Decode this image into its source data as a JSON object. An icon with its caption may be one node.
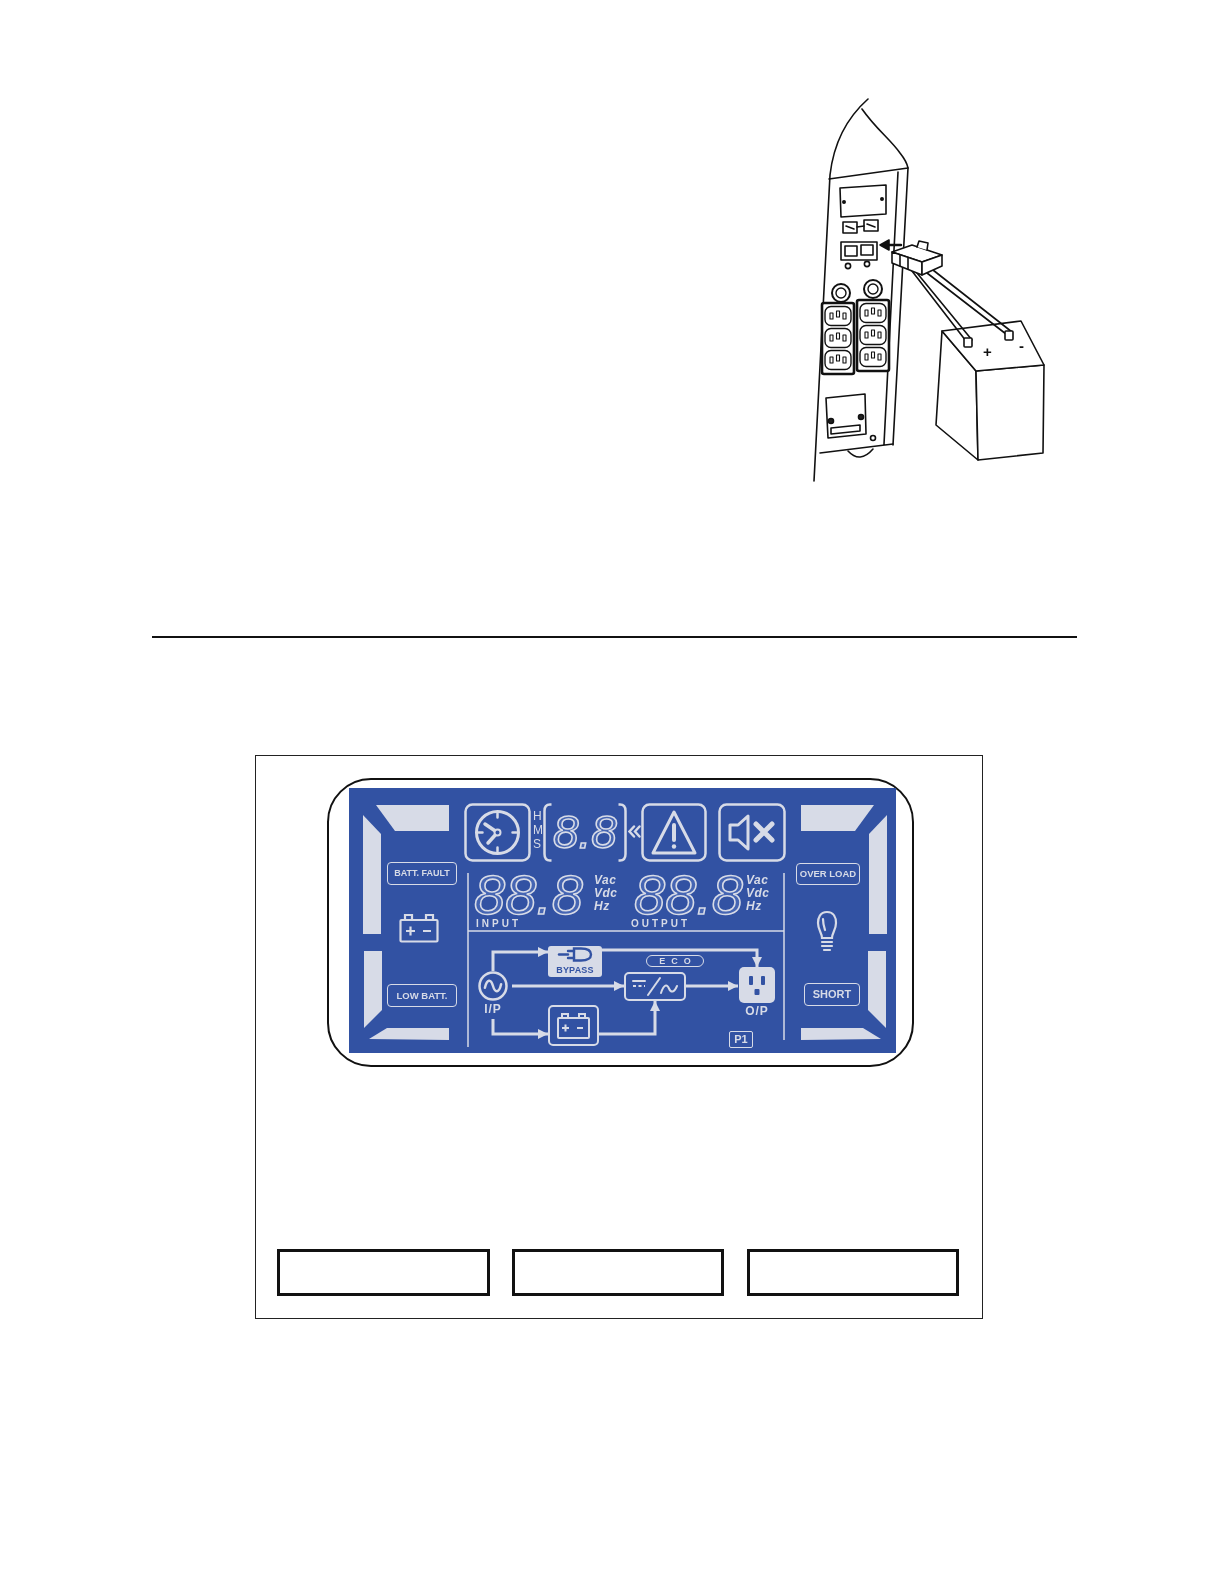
{
  "diagram": {
    "nodes": [
      {
        "text": [
          "BATT. FAULT"
        ]
      },
      {
        "text": [
          "OVER LOAD"
        ]
      },
      {
        "text": [
          "BYPASS"
        ]
      },
      {
        "text": [
          "ECO"
        ]
      },
      {
        "text": [
          "LOW BATT."
        ]
      },
      {
        "text": [],
        "shape": "circle",
        "beside": [
          "I/P"
        ]
      },
      {
        "text": [],
        "shape": "box"
      },
      {
        "text": [],
        "shape": "box",
        "beside": [
          "O/P"
        ]
      },
      {
        "text": [
          "SHORT"
        ]
      },
      {
        "text": [],
        "shape": "box"
      },
      {
        "text": [
          "P1"
        ]
      },
      {
        "text": [],
        "shape": "box"
      },
      {
        "text": [],
        "shape": "box"
      },
      {
        "text": [],
        "shape": "box"
      }
    ],
    "edges": [
      {
        "from": 5,
        "to": 2,
        "arrow": "to"
      },
      {
        "from": 2,
        "to": 7,
        "arrow": "to"
      },
      {
        "from": 5,
        "to": 6,
        "arrow": "to"
      },
      {
        "from": 5,
        "to": 9,
        "arrow": "to"
      },
      {
        "from": 9,
        "to": 6,
        "arrow": "to"
      },
      {
        "from": 6,
        "to": 7,
        "arrow": "to"
      }
    ],
    "labels": [
      "+",
      "-",
      "H",
      "M",
      "S",
      "8.8",
      "88.8",
      "Vac",
      "Vdc",
      "Hz",
      "88.8",
      "Vac",
      "Vdc",
      "Hz",
      "INPUT",
      "OUTPUT"
    ]
  }
}
